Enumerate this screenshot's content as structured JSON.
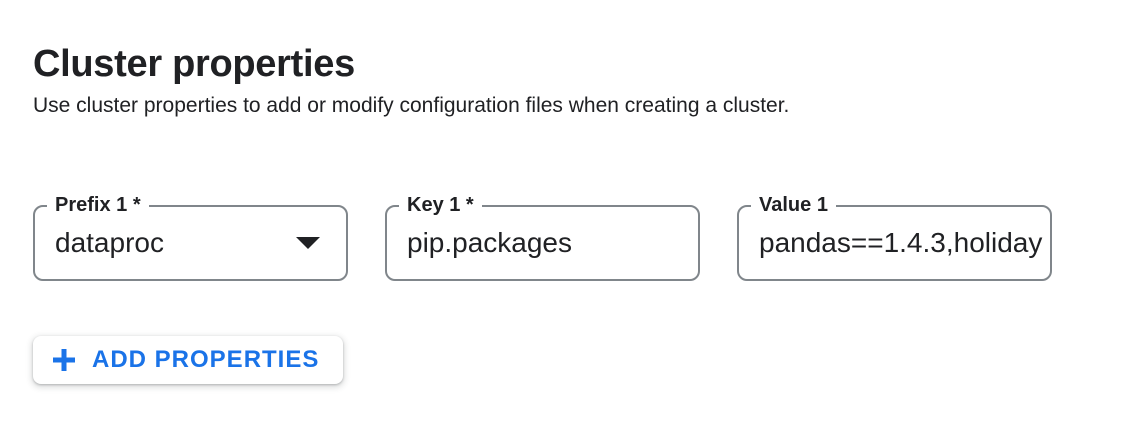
{
  "header": {
    "title": "Cluster properties",
    "description": "Use cluster properties to add or modify configuration files when creating a cluster."
  },
  "properties_row": {
    "prefix": {
      "label": "Prefix 1 *",
      "value": "dataproc",
      "icon": "dropdown-arrow-icon"
    },
    "key": {
      "label": "Key 1 *",
      "value": "pip.packages"
    },
    "value": {
      "label": "Value 1",
      "value": "pandas==1.4.3,holiday"
    }
  },
  "actions": {
    "add_properties": {
      "label": "ADD PROPERTIES",
      "icon": "plus-icon"
    }
  },
  "colors": {
    "accent_blue": "#1a73e8",
    "text_dark": "#202124",
    "field_border": "#80868b"
  }
}
